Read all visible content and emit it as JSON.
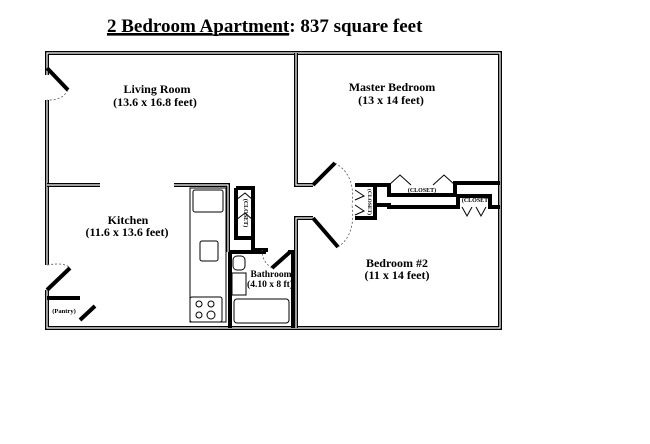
{
  "title": {
    "apartment_type": "2 Bedroom Apartment",
    "area": ": 837 square feet"
  },
  "rooms": {
    "living_room": {
      "name": "Living Room",
      "size": "(13.6 x 16.8 feet)"
    },
    "master_bedroom": {
      "name": "Master Bedroom",
      "size": "(13 x 14 feet)"
    },
    "kitchen": {
      "name": "Kitchen",
      "size": "(11.6 x 13.6 feet)"
    },
    "bathroom": {
      "name": "Bathroom",
      "size": "(4.10 x 8 ft)"
    },
    "bedroom2": {
      "name": "Bedroom #2",
      "size": "(11 x 14 feet)"
    }
  },
  "labels": {
    "closet": "(CLOSET)",
    "pantry": "(Pantry)"
  }
}
